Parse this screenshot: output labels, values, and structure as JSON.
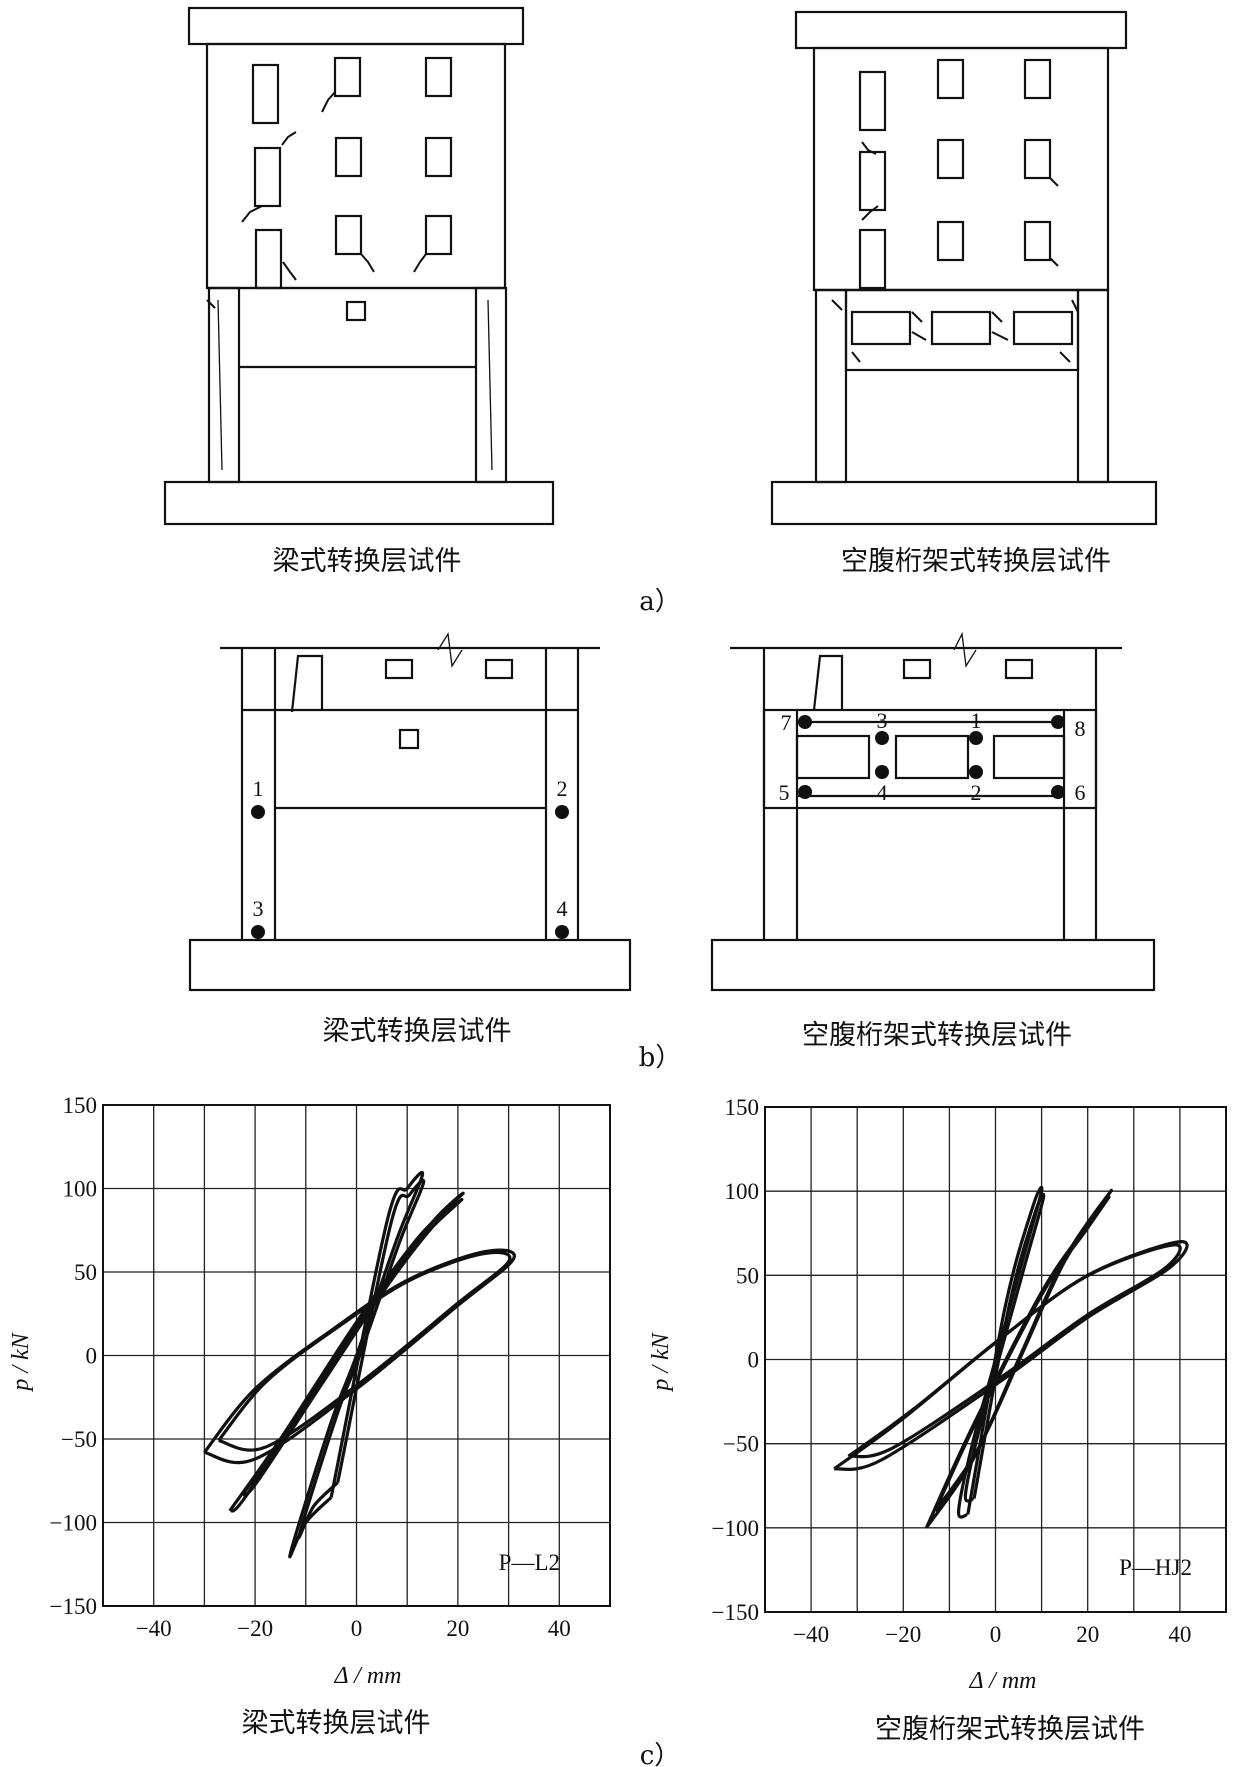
{
  "panel_a": {
    "label": "a）",
    "left_caption": "梁式转换层试件",
    "right_caption": "空腹桁架式转换层试件"
  },
  "panel_b": {
    "label": "b）",
    "left_caption": "梁式转换层试件",
    "right_caption": "空腹桁架式转换层试件",
    "left_points": [
      "1",
      "2",
      "3",
      "4"
    ],
    "right_points": [
      "1",
      "2",
      "3",
      "4",
      "5",
      "6",
      "7",
      "8"
    ]
  },
  "panel_c": {
    "label": "c）",
    "left_caption": "梁式转换层试件",
    "right_caption": "空腹桁架式转换层试件"
  },
  "chart_data": [
    {
      "type": "line",
      "legend": "P—L2",
      "xlabel": "Δ / mm",
      "ylabel": "p / kN",
      "xlim": [
        -50,
        50
      ],
      "ylim": [
        -150,
        150
      ],
      "xticks": [
        -40,
        -20,
        0,
        20,
        40
      ],
      "xtick_labels": [
        "−40",
        "−20",
        "0",
        "20",
        "40"
      ],
      "yticks": [
        150,
        100,
        50,
        0,
        -50,
        -100,
        -150
      ],
      "ytick_labels": [
        "150",
        "100",
        "50",
        "0",
        "−50",
        "−100",
        "−150"
      ],
      "grid": true,
      "legend_position": "bottom-right",
      "series": [
        {
          "x": [
            -5,
            6,
            10,
            13,
            8,
            0,
            -5,
            -13,
            -10,
            -5
          ],
          "y": [
            -85,
            80,
            100,
            108,
            70,
            0,
            -40,
            -118,
            -100,
            -85
          ]
        },
        {
          "x": [
            -25,
            -15,
            0,
            12,
            21,
            15,
            5,
            -8,
            -22,
            -25
          ],
          "y": [
            -93,
            -50,
            20,
            70,
            97,
            80,
            40,
            -20,
            -85,
            -93
          ]
        },
        {
          "x": [
            -30,
            -20,
            -5,
            10,
            25,
            31,
            20,
            0,
            -20,
            -30
          ],
          "y": [
            -58,
            -20,
            15,
            45,
            62,
            58,
            30,
            -20,
            -62,
            -58
          ]
        }
      ]
    },
    {
      "type": "line",
      "legend": "P—HJ2",
      "xlabel": "Δ / mm",
      "ylabel": "p / kN",
      "xlim": [
        -50,
        50
      ],
      "ylim": [
        -150,
        150
      ],
      "xticks": [
        -40,
        -20,
        0,
        20,
        40
      ],
      "xtick_labels": [
        "−40",
        "−20",
        "0",
        "20",
        "40"
      ],
      "yticks": [
        150,
        100,
        50,
        0,
        -50,
        -100,
        -150
      ],
      "ytick_labels": [
        "150",
        "100",
        "50",
        "0",
        "−50",
        "−100",
        "−150"
      ],
      "grid": true,
      "legend_position": "bottom-right",
      "series": [
        {
          "x": [
            -6,
            2,
            8,
            10,
            6,
            0,
            -5,
            -8,
            -6
          ],
          "y": [
            -92,
            30,
            90,
            100,
            60,
            0,
            -50,
            -90,
            -92
          ]
        },
        {
          "x": [
            -15,
            -5,
            5,
            15,
            25,
            20,
            10,
            -5,
            -15
          ],
          "y": [
            -100,
            -60,
            0,
            60,
            100,
            80,
            40,
            -40,
            -100
          ]
        },
        {
          "x": [
            -35,
            -20,
            0,
            20,
            40,
            38,
            20,
            0,
            -25,
            -35
          ],
          "y": [
            -65,
            -35,
            10,
            50,
            70,
            55,
            25,
            -15,
            -60,
            -65
          ]
        }
      ]
    }
  ]
}
